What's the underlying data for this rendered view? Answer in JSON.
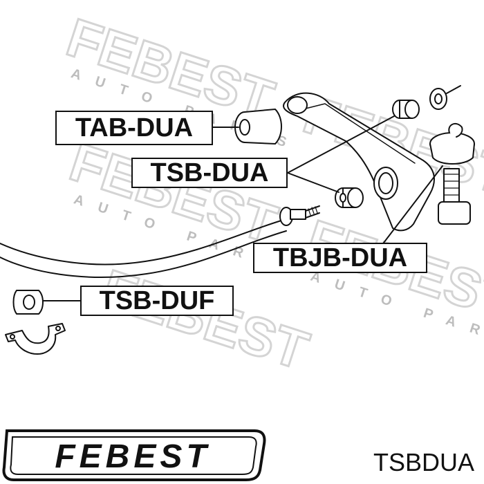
{
  "labels": {
    "tab_dua": "TAB-DUA",
    "tsb_dua": "TSB-DUA",
    "tbjb_dua": "TBJB-DUA",
    "tsb_duf": "TSB-DUF"
  },
  "watermark": {
    "brand": "FEBEST",
    "tagline": "AUTO PARTS"
  },
  "brand_logo": "FEBEST",
  "part_code": "TSBDUA",
  "colors": {
    "ink": "#111111",
    "watermark": "#d6d6d6",
    "background": "#ffffff"
  }
}
